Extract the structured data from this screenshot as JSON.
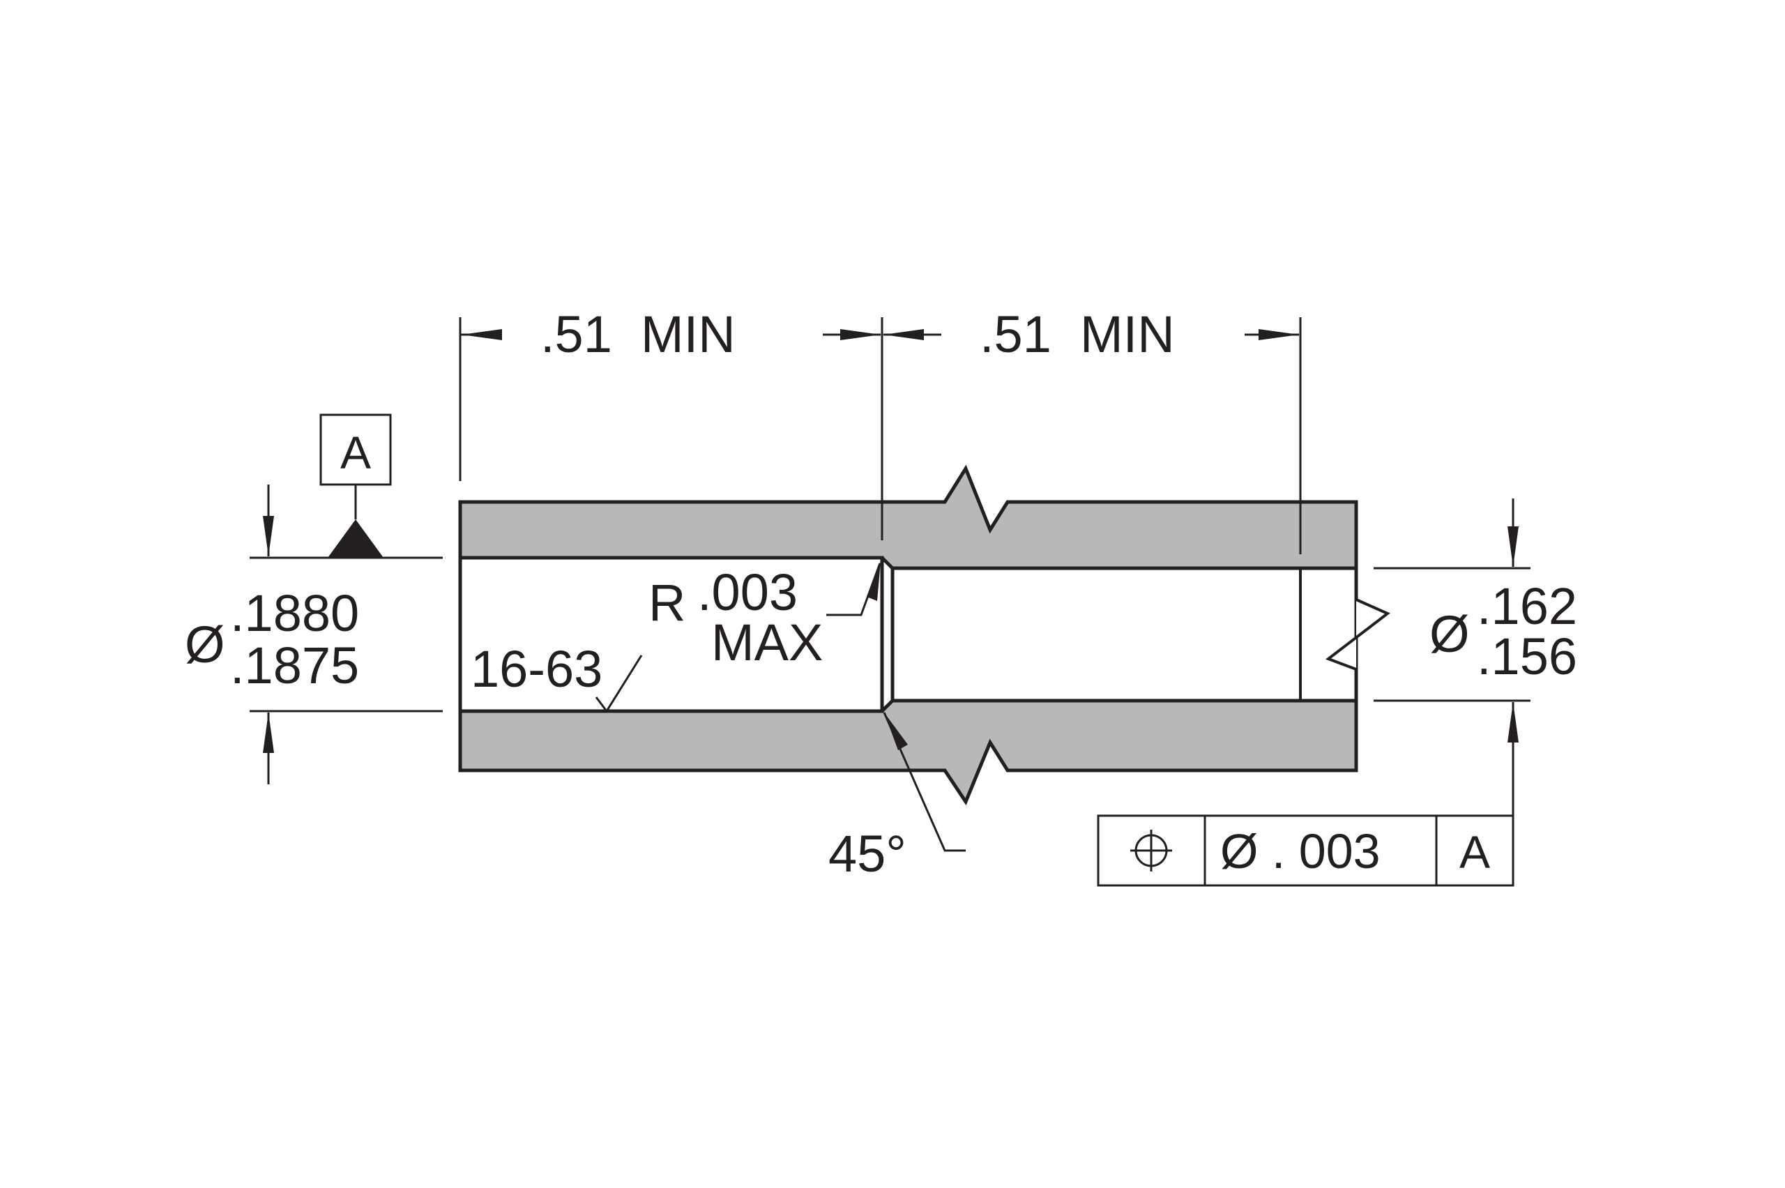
{
  "dimensions": {
    "length_left": ".51  MIN",
    "length_right": ".51  MIN",
    "outer_diameter": {
      "symbol": "Ø",
      "upper": ".1880",
      "lower": ".1875"
    },
    "inner_diameter": {
      "symbol": "Ø",
      "upper": ".162",
      "lower": ".156"
    },
    "radius": {
      "prefix": "R",
      "value": ".003",
      "qualifier": "MAX"
    },
    "surface_finish": "16-63",
    "chamfer_angle": "45°"
  },
  "datum": {
    "label": "A"
  },
  "feature_control_frame": {
    "symbol": "position-icon",
    "tolerance": "Ø . 003",
    "datum_ref": "A"
  },
  "colors": {
    "material_fill": "#b6b8ba",
    "line": "#231f20",
    "background": "#ffffff"
  }
}
